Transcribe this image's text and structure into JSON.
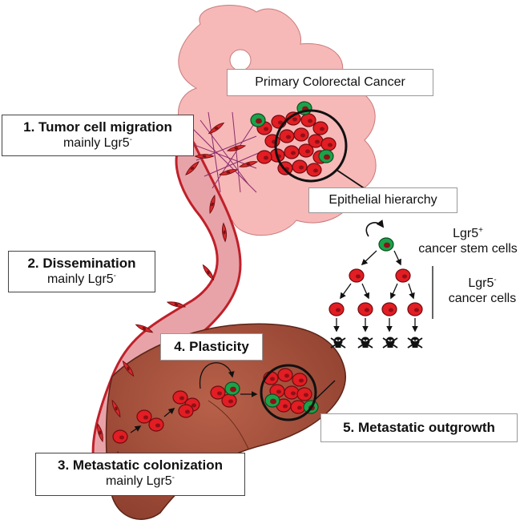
{
  "colors": {
    "tumor_pink": "#f7b8b8",
    "vessel_red": "#c0202a",
    "vessel_fill": "#e8a3a8",
    "liver_brown": "#a0503b",
    "cell_red": "#e21d23",
    "cell_green": "#1aa34a",
    "fiber_purple": "#8a2c6c"
  },
  "labels": {
    "primary": "Primary Colorectal Cancer",
    "step1_title": "1. Tumor cell migration",
    "step1_sub": "mainly Lgr5",
    "step1_sup": "-",
    "step2_title": "2. Dissemination",
    "step2_sub": "mainly Lgr5",
    "step2_sup": "-",
    "step3_title": "3. Metastatic colonization",
    "step3_sub": "mainly Lgr5",
    "step3_sup": "-",
    "step4_title": "4. Plasticity",
    "step5_title": "5. Metastatic outgrowth",
    "hierarchy": "Epithelial hierarchy",
    "stem_line1": "Lgr5",
    "stem_sup": "+",
    "stem_line2": "cancer stem cells",
    "cancer_line1": "Lgr5",
    "cancer_sup": "-",
    "cancer_line2": "cancer cells"
  },
  "icons": [
    "self-renewal-arrow-icon",
    "skull-icon"
  ]
}
